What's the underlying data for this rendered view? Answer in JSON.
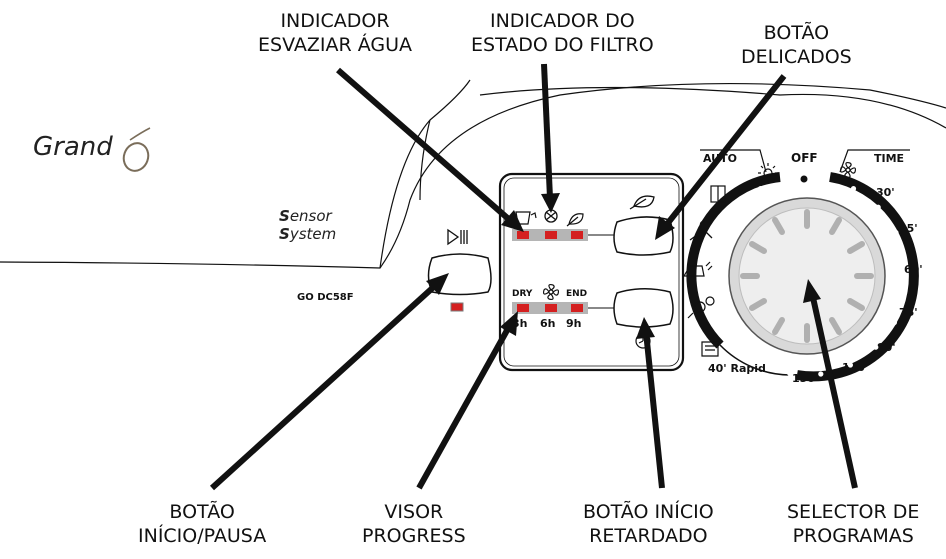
{
  "callouts": {
    "drain_indicator": [
      "INDICADOR",
      "ESVAZIAR ÁGUA"
    ],
    "filter_indicator": [
      "INDICADOR DO",
      "ESTADO DO FILTRO"
    ],
    "delicate_button": [
      "BOTÃO",
      "DELICADOS"
    ],
    "start_pause_button": [
      "BOTÃO",
      "INÍCIO/PAUSA"
    ],
    "progress_display": [
      "VISOR",
      "PROGRESS"
    ],
    "delay_start_button": [
      "BOTÃO INÍCIO",
      "RETARDADO"
    ],
    "program_selector": [
      "SELECTOR DE",
      "PROGRAMAS"
    ]
  },
  "panel": {
    "brand": "Grand",
    "sensor_line1_initial": "S",
    "sensor_line1_rest": "ensor",
    "sensor_line2_initial": "S",
    "sensor_line2_rest": "ystem",
    "model": "GO DC58F",
    "progress_labels": [
      "DRY",
      "END"
    ],
    "time_labels": [
      "3h",
      "6h",
      "9h"
    ],
    "dial": {
      "auto": "AUTO",
      "off": "OFF",
      "time": "TIME",
      "time_marks": [
        "30'",
        "45'",
        "60'",
        "75'",
        "90'",
        "120'",
        "150'"
      ],
      "rapid": "40' Rapid"
    }
  },
  "colors": {
    "led_red": "#d42020",
    "led_bezel": "#9a9a9a",
    "ink": "#111111"
  },
  "icons": [
    "start-pause-icon",
    "drain-icon",
    "filter-icon",
    "delicate-leaf-icon",
    "fan-icon",
    "clock-icon",
    "sun-icon",
    "wardrobe-icon",
    "hanger-icon",
    "iron-icon",
    "wool-icon",
    "towel-icon"
  ]
}
